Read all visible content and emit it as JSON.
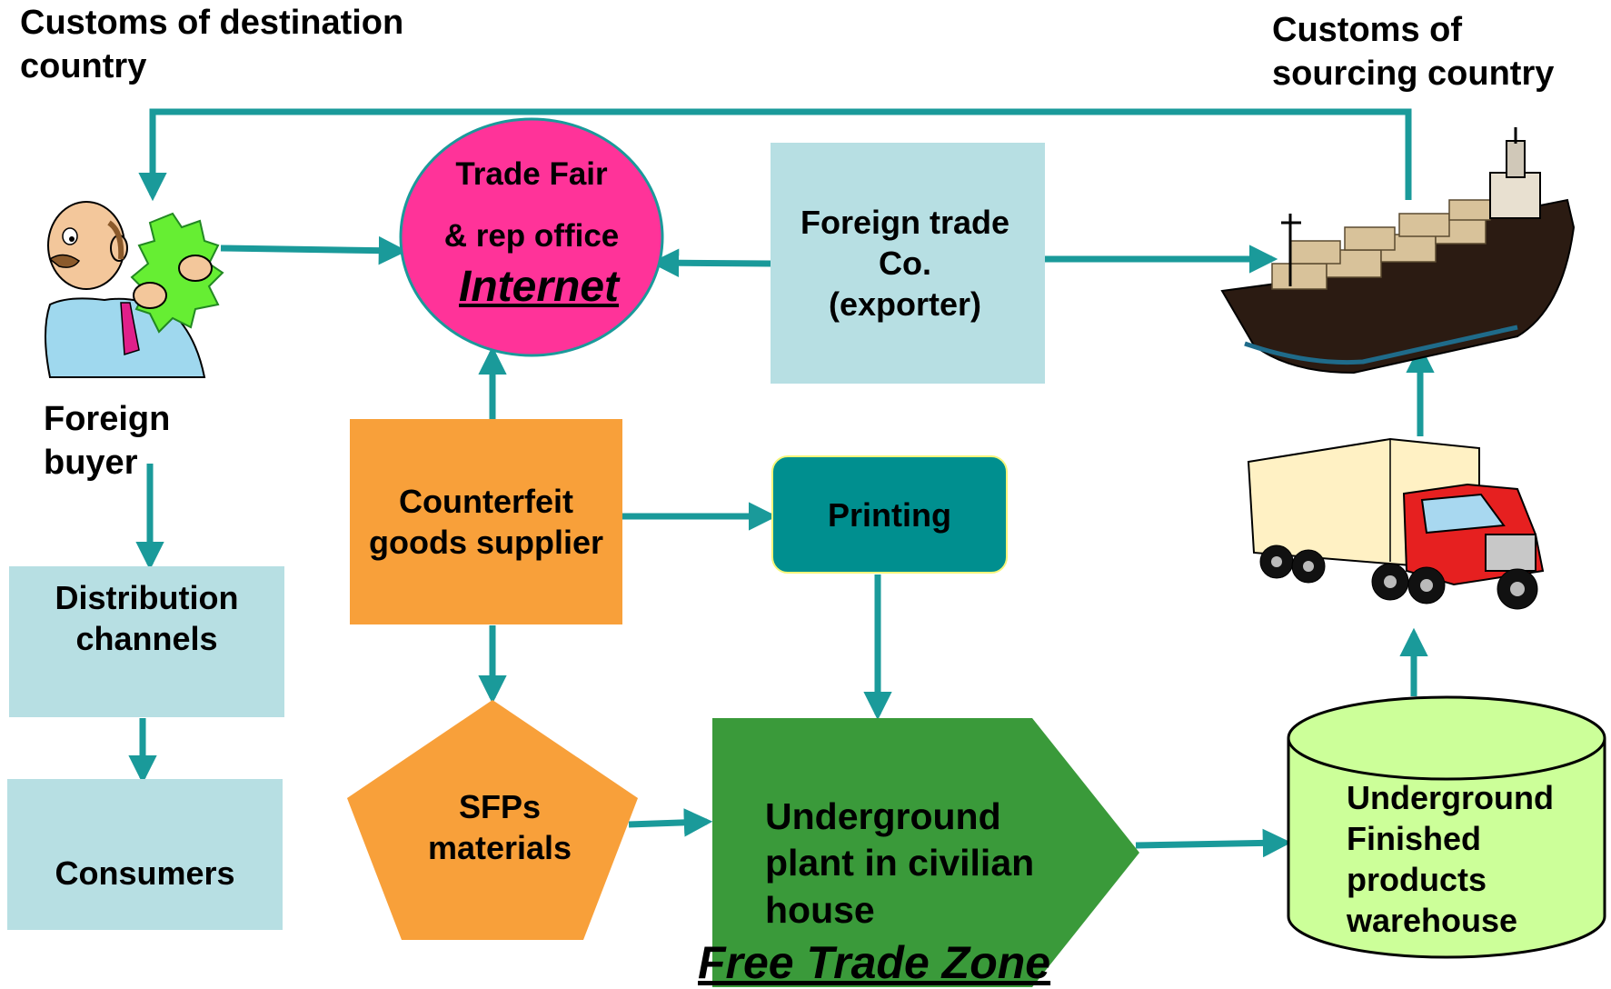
{
  "customs_destination": "Customs of destination\ncountry",
  "customs_sourcing": "Customs of\nsourcing country",
  "foreign_buyer": "Foreign\nbuyer",
  "trade_fair": {
    "line1": "Trade Fair",
    "line2": "& rep office",
    "internet": "Internet"
  },
  "foreign_trade_co": "Foreign trade\nCo.\n(exporter)",
  "counterfeit_supplier": "Counterfeit\ngoods  supplier",
  "printing": "Printing",
  "distribution_channels": "Distribution\nchannels",
  "consumers": "Consumers",
  "sfps_materials": "SFPs\nmaterials",
  "underground_plant": "Underground\nplant in civilian\nhouse",
  "warehouse": "Underground\nFinished\nproducts\nwarehouse",
  "free_trade_zone": "Free Trade Zone",
  "colors": {
    "arrow": "#1a9a9a",
    "light_teal_box": "#b7dfe3",
    "orange": "#f8a03a",
    "magenta": "#ff3399",
    "teal_box": "#008f8f",
    "green_pentagon": "#3a9a3a",
    "light_green": "#ccff99"
  }
}
